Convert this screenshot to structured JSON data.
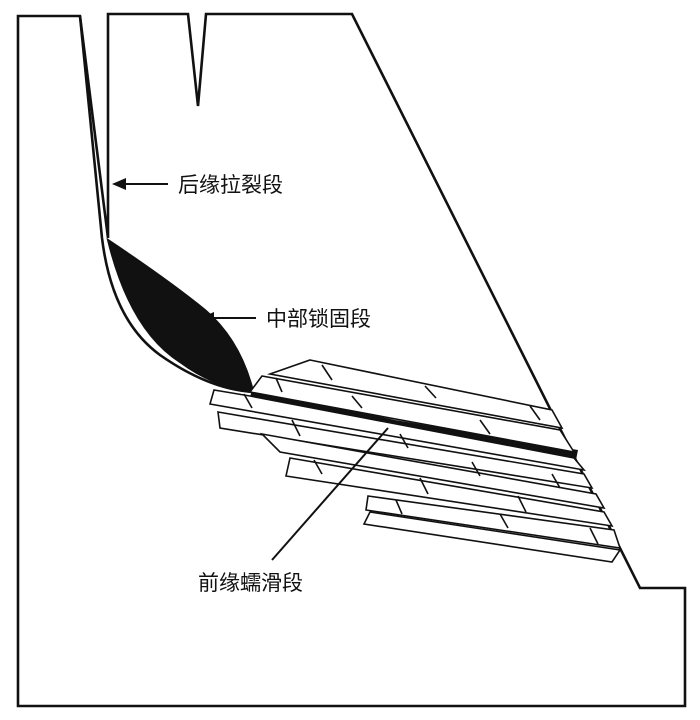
{
  "labels": {
    "rear_tension": "后缘拉裂段",
    "middle_locked": "中部锁固段",
    "front_creep": "前缘蠕滑段"
  },
  "colors": {
    "ink": "#111111",
    "background": "#ffffff"
  }
}
